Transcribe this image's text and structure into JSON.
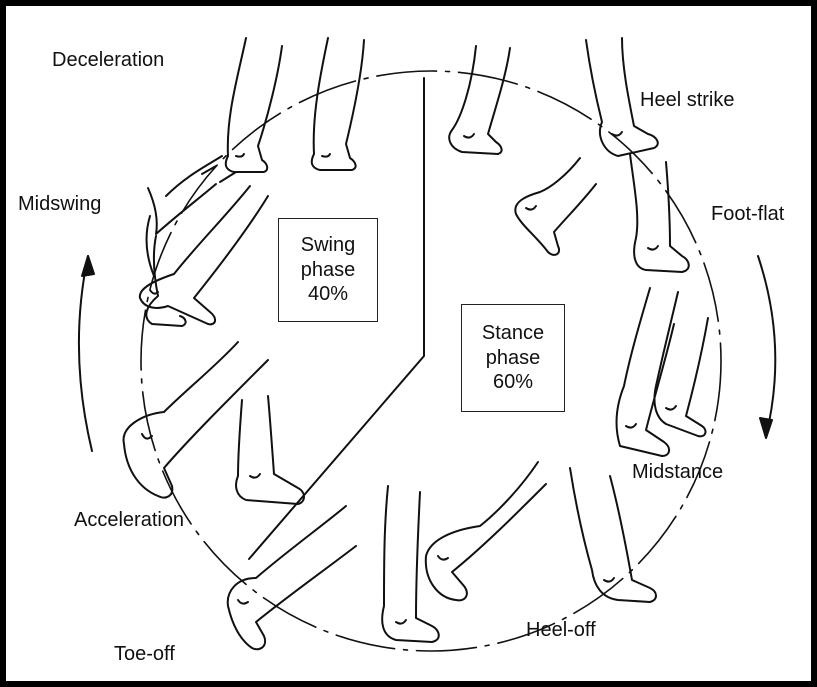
{
  "phases": {
    "swing": {
      "line1": "Swing",
      "line2": "phase",
      "percent": "40%"
    },
    "stance": {
      "line1": "Stance",
      "line2": "phase",
      "percent": "60%"
    }
  },
  "events": {
    "deceleration": "Deceleration",
    "heel_strike": "Heel strike",
    "midswing": "Midswing",
    "foot_flat": "Foot-flat",
    "midstance": "Midstance",
    "acceleration": "Acceleration",
    "toe_off": "Toe-off",
    "heel_off": "Heel-off"
  },
  "colors": {
    "ink": "#111111",
    "background": "#ffffff",
    "frame": "#000000"
  }
}
